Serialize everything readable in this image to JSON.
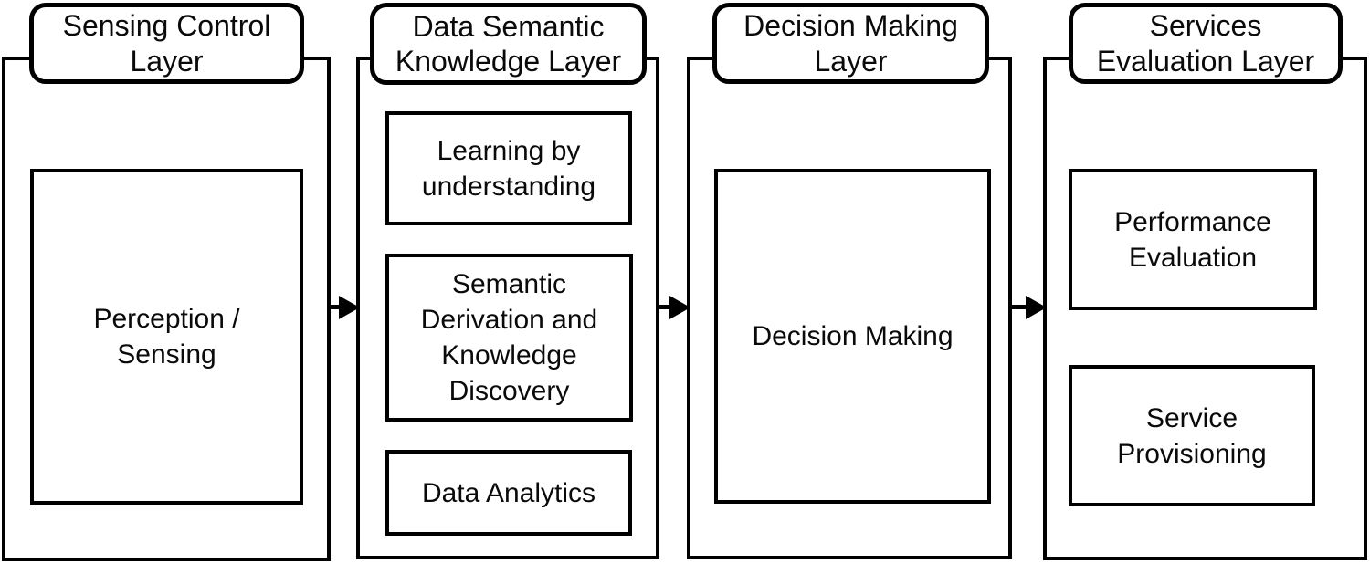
{
  "figure": {
    "type": "flow-diagram",
    "background": "#ffffff",
    "stroke_color": "#000000",
    "layers": [
      {
        "title": "Sensing Control\nLayer",
        "boxes": [
          {
            "label": "Perception /\nSensing"
          }
        ]
      },
      {
        "title": "Data Semantic\nKnowledge Layer",
        "boxes": [
          {
            "label": "Learning by\nunderstanding"
          },
          {
            "label": "Semantic\nDerivation and\nKnowledge\nDiscovery"
          },
          {
            "label": "Data Analytics"
          }
        ]
      },
      {
        "title": "Decision Making\nLayer",
        "boxes": [
          {
            "label": "Decision Making"
          }
        ]
      },
      {
        "title": "Services\nEvaluation Layer",
        "boxes": [
          {
            "label": "Performance\nEvaluation"
          },
          {
            "label": "Service\nProvisioning"
          }
        ]
      }
    ],
    "arrows": [
      {
        "name": "sensing-to-semantic",
        "direction": "right"
      },
      {
        "name": "semantic-to-decision",
        "direction": "right"
      },
      {
        "name": "decision-to-services",
        "direction": "right"
      }
    ]
  }
}
